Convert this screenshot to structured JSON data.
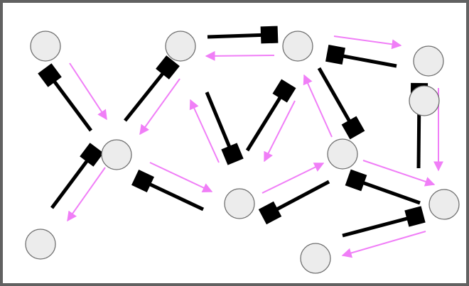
{
  "diagram": {
    "kind": "node-link graph",
    "colors": {
      "background": "#ffffff",
      "frame": "#616161",
      "node_fill": "#ececec",
      "node_stroke": "#707070",
      "arrow": "#f07ef7",
      "handle": "#000000"
    },
    "nodes": [
      {
        "id": "n1"
      },
      {
        "id": "n2"
      },
      {
        "id": "n3"
      },
      {
        "id": "n4"
      },
      {
        "id": "n5"
      },
      {
        "id": "n6"
      },
      {
        "id": "n7"
      },
      {
        "id": "n8"
      },
      {
        "id": "n9"
      },
      {
        "id": "n10"
      },
      {
        "id": "n11"
      }
    ],
    "edges": [
      {
        "from": "n1",
        "to": "n5"
      },
      {
        "from": "n2",
        "to": "n5"
      },
      {
        "from": "n5",
        "to": "n6"
      },
      {
        "from": "n3",
        "to": "n2"
      },
      {
        "from": "n3",
        "to": "n4"
      },
      {
        "from": "n4",
        "to": "n11"
      },
      {
        "from": "n7",
        "to": "n9"
      },
      {
        "from": "n9",
        "to": "n3"
      },
      {
        "from": "n7",
        "to": "n2"
      },
      {
        "from": "n8",
        "to": "n3"
      },
      {
        "from": "n9",
        "to": "n10"
      },
      {
        "from": "n10",
        "to": "n11"
      }
    ],
    "handles": [
      {
        "edge": "n1-n5",
        "end": "n1"
      },
      {
        "edge": "n2-n5",
        "end": "n2"
      },
      {
        "edge": "n3-n2",
        "end": "n3"
      },
      {
        "edge": "n3-n4",
        "end": "n4"
      },
      {
        "edge": "n4-n11",
        "end": "n4"
      },
      {
        "edge": "n3-n9",
        "end": "n9"
      },
      {
        "edge": "n2-n7",
        "end": "n7"
      },
      {
        "edge": "n3-n8",
        "end": "n3"
      },
      {
        "edge": "n5-n6",
        "end": "n5"
      },
      {
        "edge": "n5-n7",
        "end": "n5"
      },
      {
        "edge": "n7-n9",
        "end": "n7"
      },
      {
        "edge": "n9-n10",
        "end": "n9"
      },
      {
        "edge": "n10-n11",
        "end": "n10"
      }
    ]
  }
}
